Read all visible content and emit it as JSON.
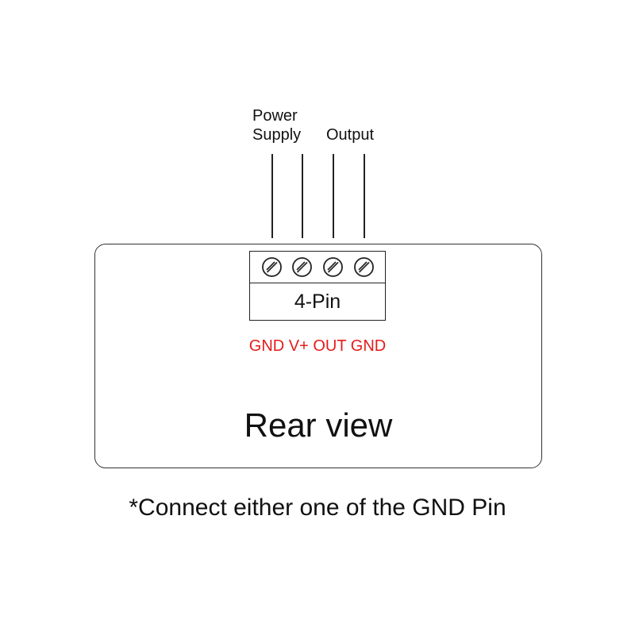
{
  "labels": {
    "power_line1": "Power",
    "power_line2": "Supply",
    "output": "Output"
  },
  "terminal": {
    "label": "4-Pin",
    "pins": [
      "GND",
      "V+",
      "OUT",
      "GND"
    ],
    "pin_label_text": "GND V+ OUT GND",
    "pin_label_color": "#e51c1c",
    "screw_icon": "screw-terminal-icon"
  },
  "device": {
    "view_label": "Rear view"
  },
  "note": "*Connect either one of the GND Pin"
}
